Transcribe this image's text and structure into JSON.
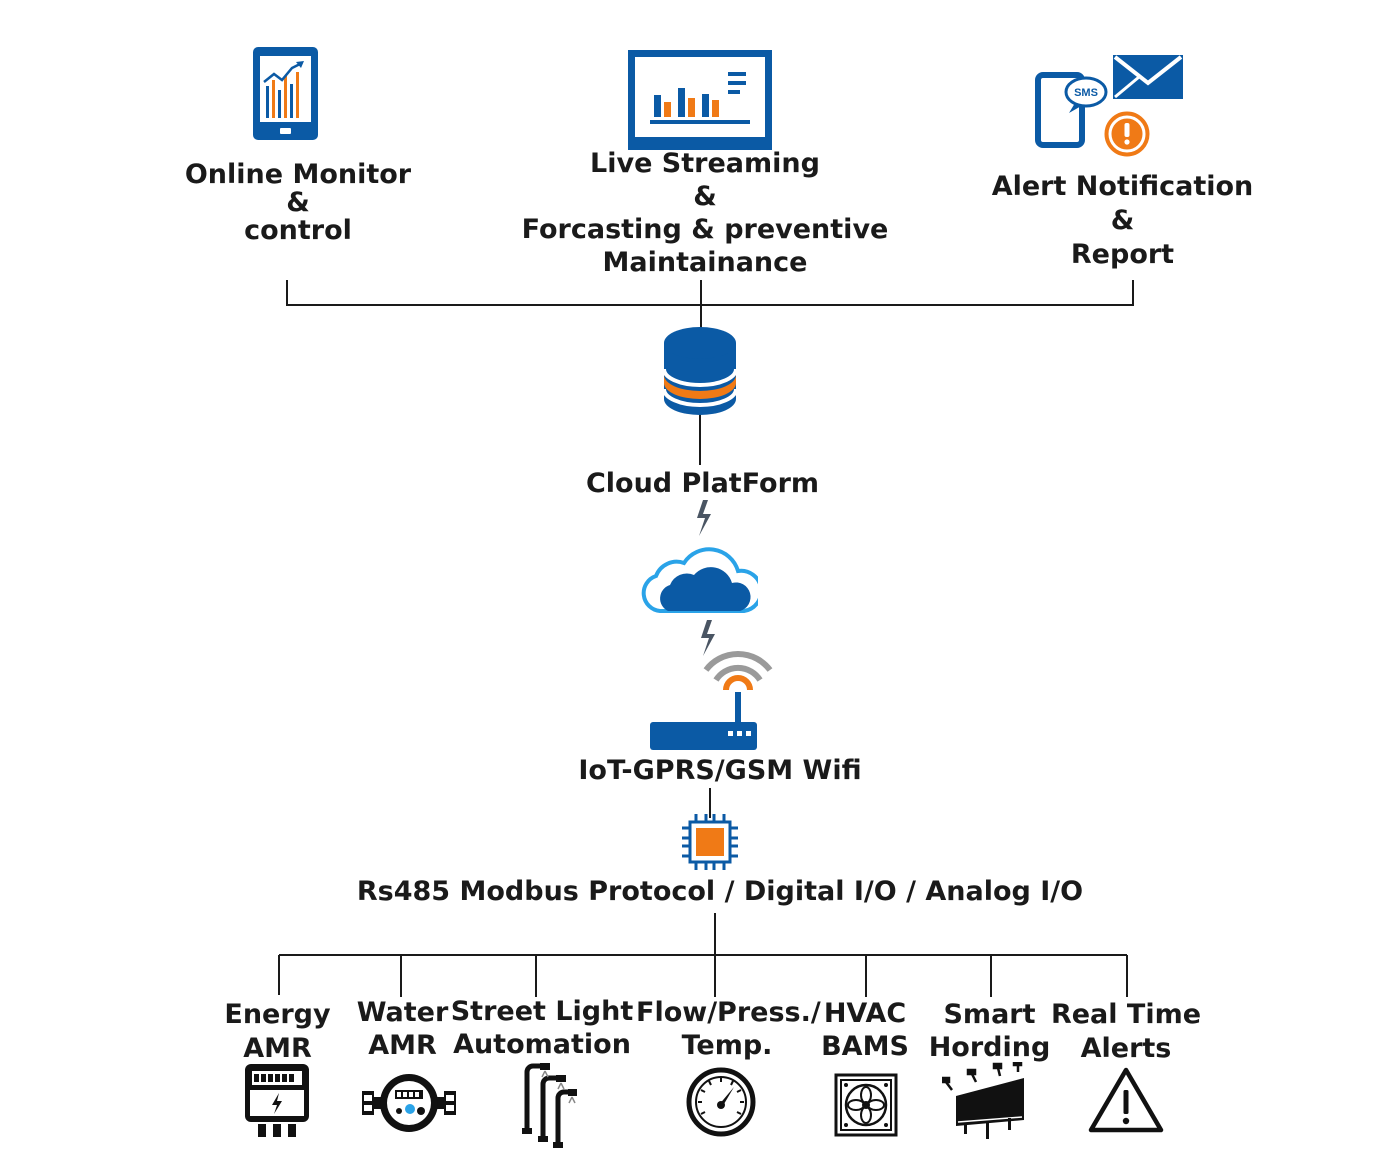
{
  "colors": {
    "blue": "#0b5aa5",
    "orange": "#f07a16",
    "line": "#1a1a1a",
    "grey": "#9a9a9a",
    "lightBlue": "#2aa3e8"
  },
  "top": [
    {
      "icon": "tablet-chart-icon",
      "lines": [
        "Online Monitor",
        "&",
        "control"
      ]
    },
    {
      "icon": "monitor-dashboard-icon",
      "lines": [
        "Live Streaming",
        "&",
        "Forcasting & preventive",
        "Maintainance"
      ]
    },
    {
      "icon": "sms-email-alert-icon",
      "lines": [
        "Alert Notification",
        "&",
        "Report"
      ]
    }
  ],
  "cloud_platform": {
    "icon": "database-icon",
    "label": "Cloud PlatForm"
  },
  "cloud": {
    "icon": "cloud-icon"
  },
  "gateway": {
    "icon": "wifi-router-icon",
    "label": "IoT-GPRS/GSM Wifi"
  },
  "controller": {
    "icon": "chip-icon",
    "label": "Rs485 Modbus Protocol / Digital I/O / Analog I/O"
  },
  "devices": [
    {
      "icon": "energy-meter-icon",
      "lines": [
        "Energy",
        "AMR"
      ]
    },
    {
      "icon": "water-meter-icon",
      "lines": [
        "Water",
        "AMR"
      ]
    },
    {
      "icon": "street-light-icon",
      "lines": [
        "Street Light",
        "Automation"
      ]
    },
    {
      "icon": "pressure-gauge-icon",
      "lines": [
        "Flow/Press./",
        "Temp."
      ]
    },
    {
      "icon": "hvac-fan-icon",
      "lines": [
        "HVAC",
        "BAMS"
      ]
    },
    {
      "icon": "billboard-icon",
      "lines": [
        "Smart",
        "Hording"
      ]
    },
    {
      "icon": "warning-icon",
      "lines": [
        "Real Time",
        "Alerts"
      ]
    }
  ]
}
